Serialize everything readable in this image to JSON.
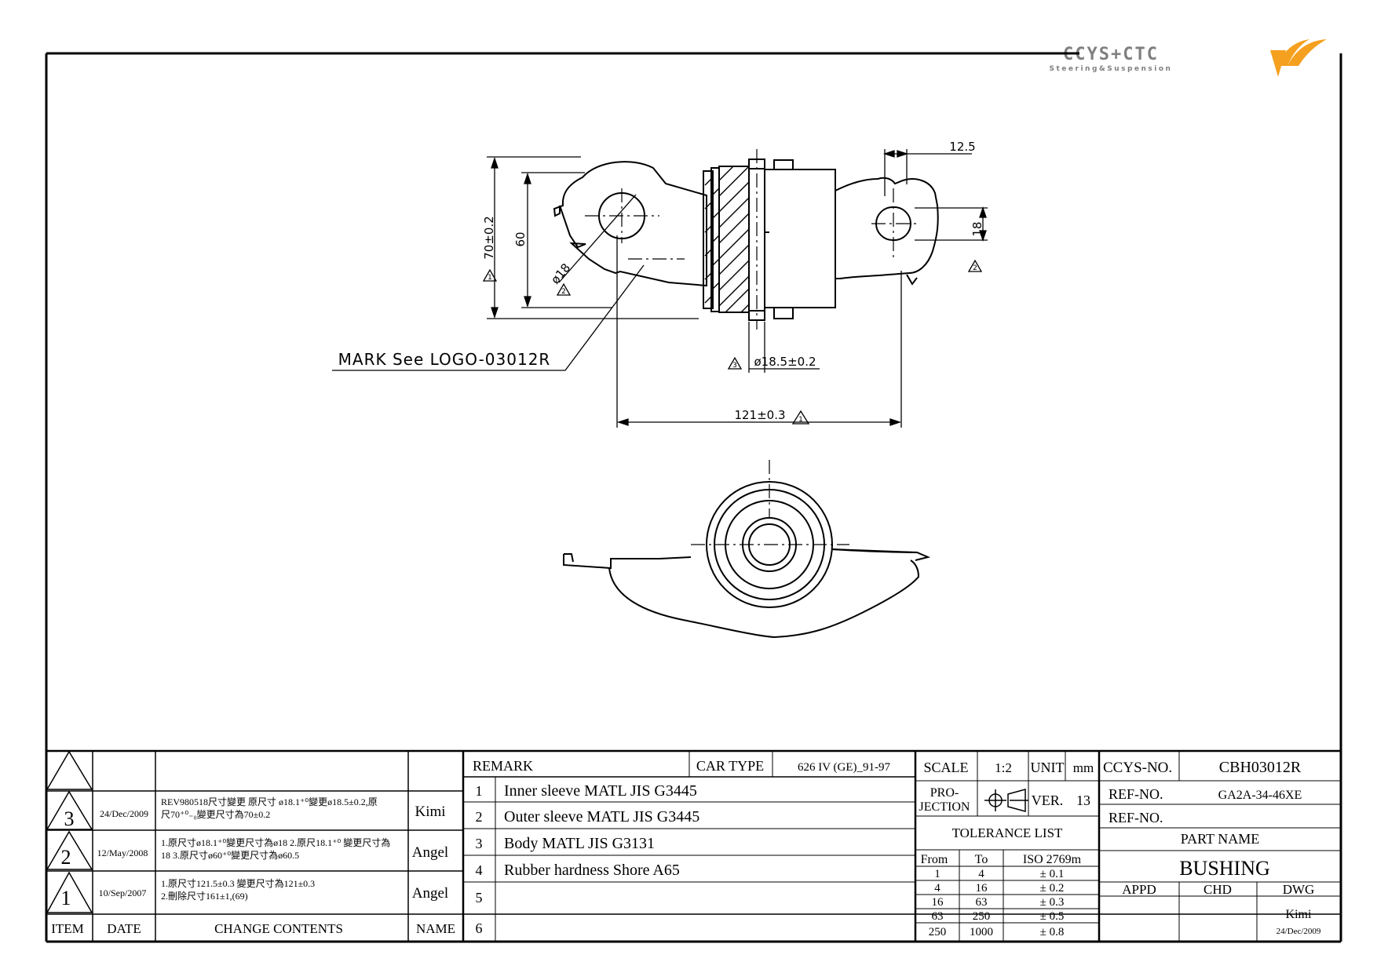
{
  "logo": {
    "brand": "CCYS+CTC",
    "tagline": "Steering&Suspension",
    "colors": {
      "text": "#7f7f7f",
      "accent": "#f5a01e"
    }
  },
  "drawing": {
    "dims": {
      "d_70": "70±0.2",
      "d_60": "60",
      "d_phi18": "ø18",
      "d_12_5": "12.5",
      "d_18": "18",
      "d_phi18_5": "ø18.5±0.2",
      "d_121": "121±0.3"
    },
    "rev_marks": {
      "r1": "1",
      "r2": "2",
      "r3": "3"
    },
    "mark_note": "MARK See LOGO-03012R"
  },
  "revisions": {
    "rows": [
      {
        "item": "3",
        "date": "24/Dec/2009",
        "line1": "REV980518尺寸變更 原尺寸 ø18.1⁺⁰變更ø18.5±0.2,原",
        "line2": "尺70⁺⁰₋₀變更尺寸為70±0.2",
        "name": "Kimi"
      },
      {
        "item": "2",
        "date": "12/May/2008",
        "line1": "1.原尺寸ø18.1⁺⁰變更尺寸為ø18 2.原尺18.1⁺⁰ 變更尺寸為",
        "line2": "18 3.原尺寸ø60⁺⁰變更尺寸為ø60.5",
        "name": "Angel"
      },
      {
        "item": "1",
        "date": "10/Sep/2007",
        "line1": "1.原尺寸121.5±0.3 變更尺寸為121±0.3",
        "line2": "2.刪除尺寸161±1,(69)",
        "name": "Angel"
      }
    ],
    "headers": {
      "item": "ITEM",
      "date": "DATE",
      "contents": "CHANGE CONTENTS",
      "name": "NAME"
    }
  },
  "remarks": {
    "label": "REMARK",
    "car_type_label": "CAR TYPE",
    "car_type": "626 IV (GE)_91-97",
    "items": [
      {
        "no": "1",
        "text": "Inner sleeve MATL JIS G3445"
      },
      {
        "no": "2",
        "text": "Outer sleeve MATL JIS G3445"
      },
      {
        "no": "3",
        "text": "Body MATL JIS G3131"
      },
      {
        "no": "4",
        "text": "Rubber hardness Shore A65"
      },
      {
        "no": "5",
        "text": ""
      },
      {
        "no": "6",
        "text": ""
      }
    ]
  },
  "specs": {
    "scale_label": "SCALE",
    "scale": "1:2",
    "unit_label": "UNIT",
    "unit": "mm",
    "projection_label_1": "PRO-",
    "projection_label_2": "JECTION",
    "ver_label": "VER.",
    "ver": "13",
    "tolerance_title": "TOLERANCE LIST",
    "tol_headers": {
      "from": "From",
      "to": "To",
      "iso": "ISO 2769m"
    },
    "tolerance": [
      {
        "from": "1",
        "to": "4",
        "tol": "± 0.1"
      },
      {
        "from": "4",
        "to": "16",
        "tol": "± 0.2"
      },
      {
        "from": "16",
        "to": "63",
        "tol": "± 0.3"
      },
      {
        "from": "63",
        "to": "250",
        "tol": "± 0.5"
      },
      {
        "from": "250",
        "to": "1000",
        "tol": "± 0.8"
      }
    ]
  },
  "title_block": {
    "ccys_no_label": "CCYS-NO.",
    "ccys_no": "CBH03012R",
    "ref_no_label": "REF-NO.",
    "ref_no": "GA2A-34-46XE",
    "ref_no2_label": "REF-NO.",
    "ref_no2": "",
    "part_name_label": "PART NAME",
    "part_name": "BUSHING",
    "appd_label": "APPD",
    "chd_label": "CHD",
    "dwg_label": "DWG",
    "dwg_name": "Kimi",
    "dwg_date": "24/Dec/2009"
  }
}
